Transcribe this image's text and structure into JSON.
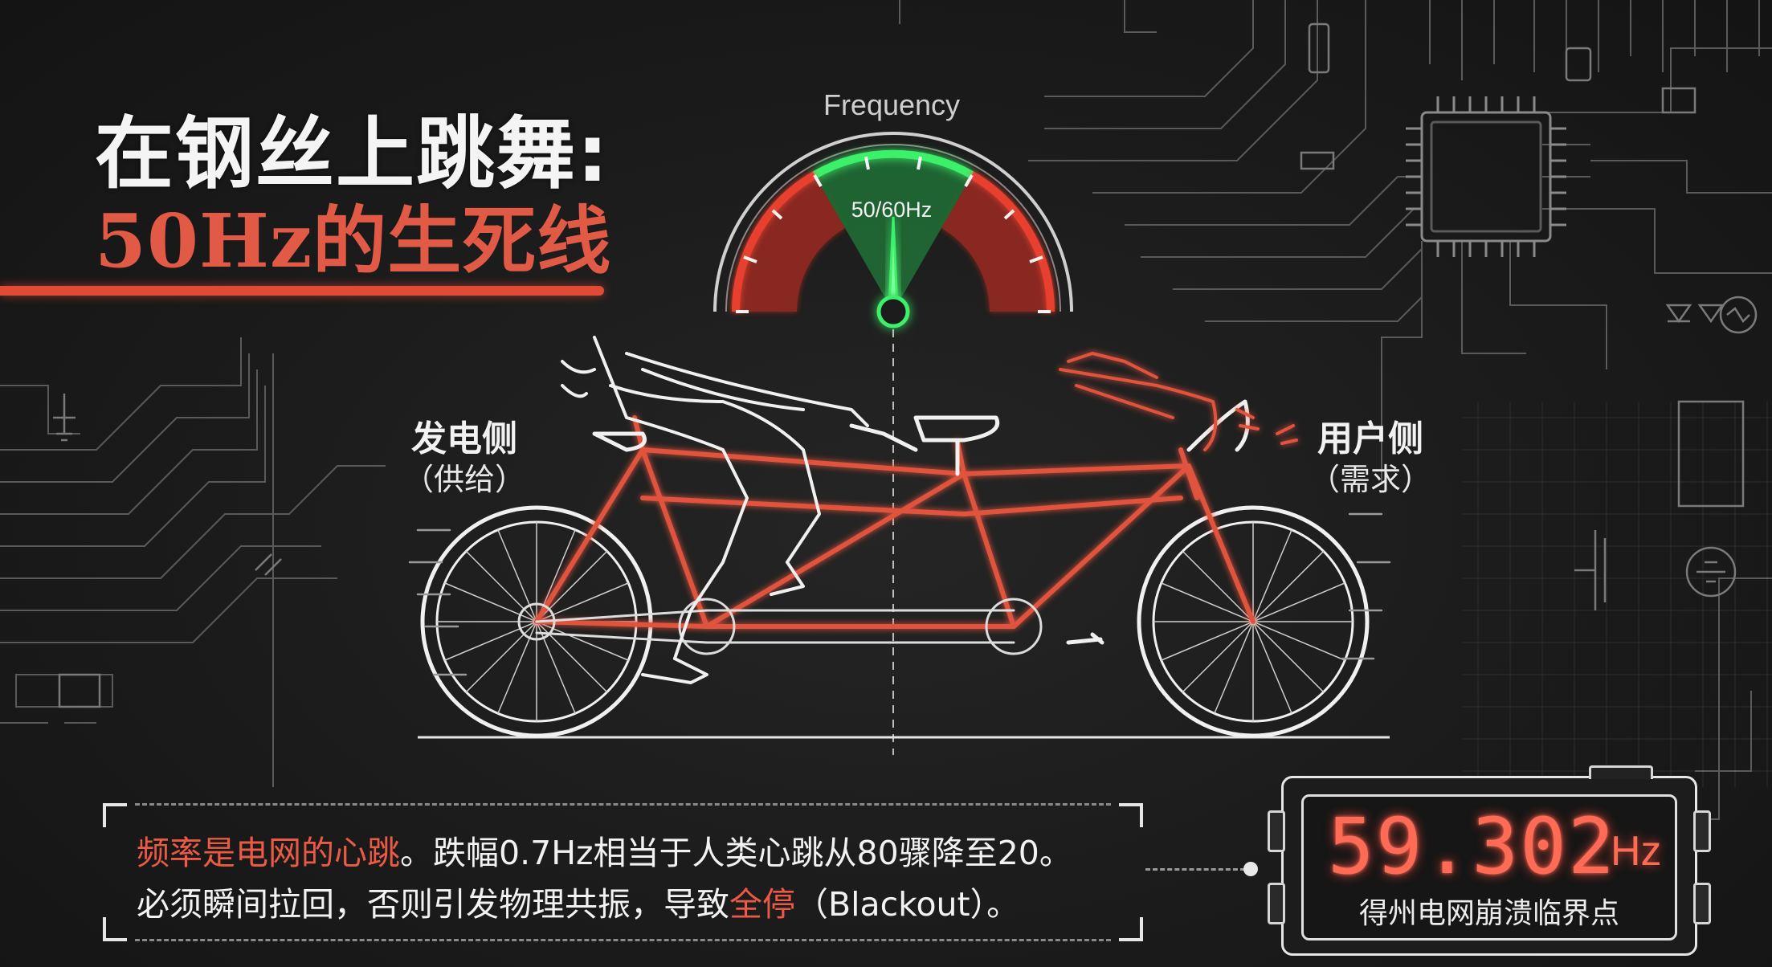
{
  "headline": {
    "line1": "在钢丝上跳舞:",
    "line2": "50Hz的生死线"
  },
  "gauge": {
    "label": "Frequency",
    "center_label": "50/60Hz",
    "colors": {
      "safe": "#2fd25a",
      "danger": "#d8392b"
    }
  },
  "generator_side": {
    "title": "发电侧",
    "subtitle": "（供给）"
  },
  "user_side": {
    "title": "用户侧",
    "subtitle": "（需求）"
  },
  "info_panel": {
    "line1": [
      {
        "text": "频率是",
        "highlight": true
      },
      {
        "text": "电网的心跳",
        "highlight": true
      },
      {
        "text": "。跌幅0.7Hz相当于人类心跳从80骤降至20。",
        "highlight": false
      }
    ],
    "line2": [
      {
        "text": "必须瞬间拉回，否则引发物理共振，导致",
        "highlight": false
      },
      {
        "text": "全停",
        "highlight": true
      },
      {
        "text": "（Blackout）。",
        "highlight": false
      }
    ]
  },
  "meter": {
    "reading": "59.302",
    "unit": "Hz",
    "caption": "得州电网崩溃临界点",
    "display_color": "#ff6b55"
  },
  "palette": {
    "accent": "#e14b35",
    "line": "#e8e8e8",
    "background": "#1b1b1b"
  }
}
